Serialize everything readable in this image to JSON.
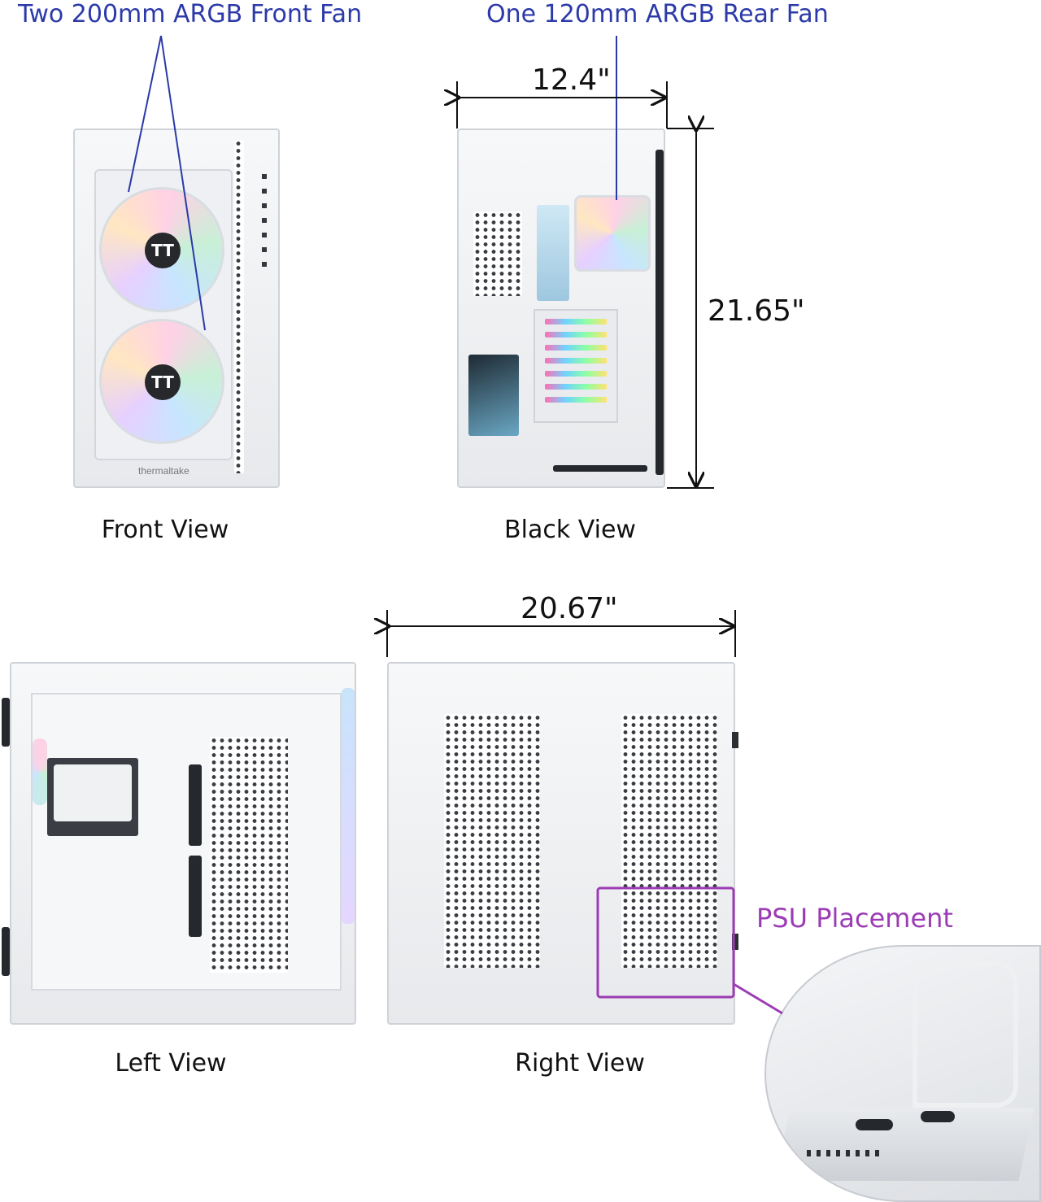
{
  "annotations": {
    "front_fan": "Two 200mm ARGB Front Fan",
    "rear_fan": "One 120mm ARGB Rear Fan",
    "psu": "PSU Placement"
  },
  "dimensions": {
    "width": "12.4\"",
    "height": "21.65\"",
    "depth": "20.67\""
  },
  "captions": {
    "front": "Front View",
    "back": "Black View",
    "left": "Left View",
    "right": "Right View"
  },
  "colors": {
    "annotation_blue": "#2b3aa8",
    "psu_purple": "#9c3cb4",
    "case_white": "#f3f4f6"
  },
  "brand": {
    "logo_text": "thermaltake"
  }
}
